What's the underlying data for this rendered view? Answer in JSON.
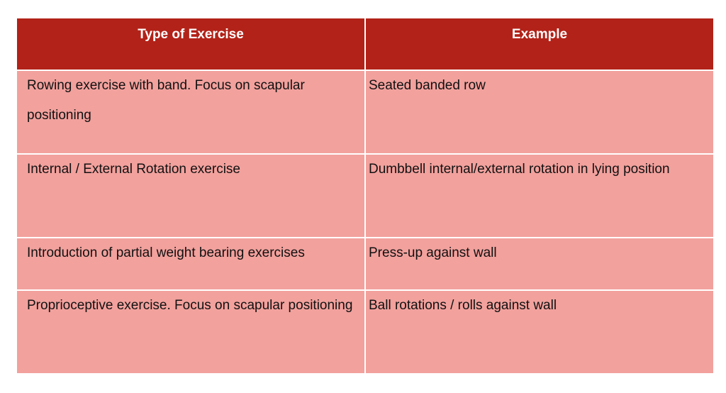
{
  "table": {
    "headers": [
      "Type of Exercise",
      "Example"
    ],
    "rows": [
      [
        "Rowing exercise with band. Focus on scapular positioning",
        "Seated banded row"
      ],
      [
        "Internal / External Rotation exercise",
        "Dumbbell internal/external rotation in lying position"
      ],
      [
        "Introduction of partial weight bearing exercises",
        "Press-up against wall"
      ],
      [
        "Proprioceptive exercise. Focus on scapular positioning",
        "Ball rotations / rolls against wall"
      ]
    ],
    "colors": {
      "header_background": "#b22218",
      "header_text": "#ffffff",
      "body_background": "#f2a19d",
      "body_text": "#111111"
    }
  }
}
